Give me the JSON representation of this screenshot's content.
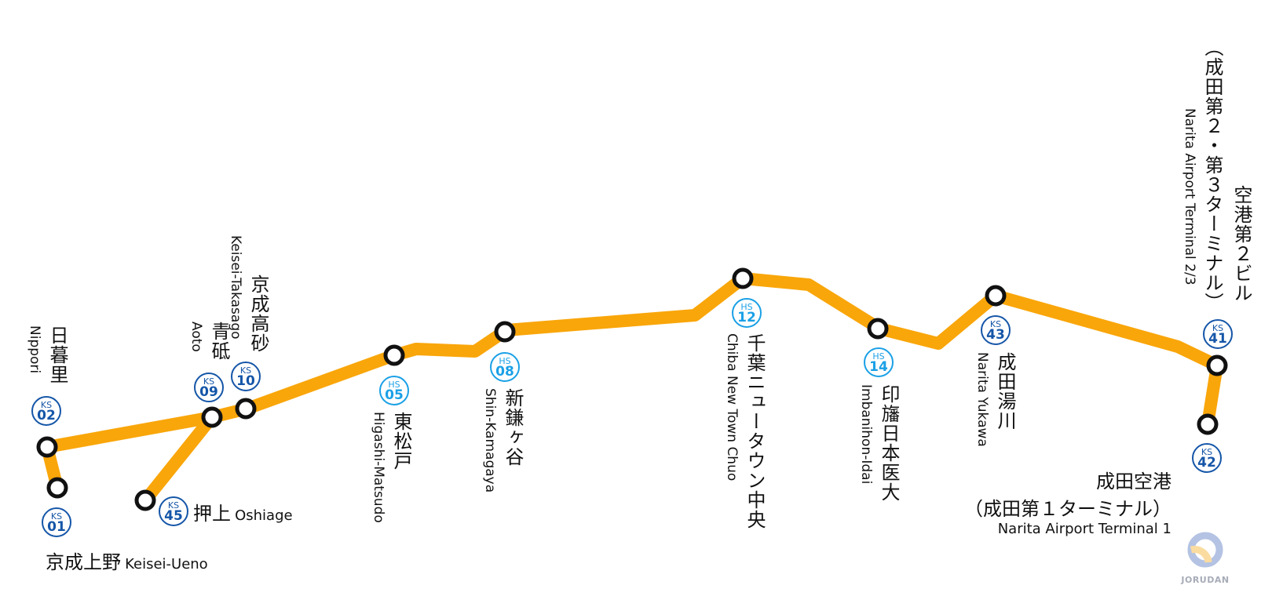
{
  "colors": {
    "line": "#f9a60a",
    "station_fill": "#ffffff",
    "station_stroke": "#111111",
    "ks_badge": "#1556a8",
    "hs_badge": "#1aa0e6",
    "logo_blue": "#b4c3e3",
    "logo_yellow": "#fbdca0"
  },
  "stations": [
    {
      "id": "ks01",
      "code_line": "KS",
      "code_num": "01",
      "name_ja": "京成上野",
      "name_en": "Keisei-Ueno"
    },
    {
      "id": "ks02",
      "code_line": "KS",
      "code_num": "02",
      "name_ja": "日暮里",
      "name_en": "Nippori"
    },
    {
      "id": "ks45",
      "code_line": "KS",
      "code_num": "45",
      "name_ja": "押上",
      "name_en": "Oshiage"
    },
    {
      "id": "ks09",
      "code_line": "KS",
      "code_num": "09",
      "name_ja": "青砥",
      "name_en": "Aoto"
    },
    {
      "id": "ks10",
      "code_line": "KS",
      "code_num": "10",
      "name_ja": "京成高砂",
      "name_en": "Keisei-Takasago"
    },
    {
      "id": "hs05",
      "code_line": "HS",
      "code_num": "05",
      "name_ja": "東松戸",
      "name_en": "Higashi-Matsudo"
    },
    {
      "id": "hs08",
      "code_line": "HS",
      "code_num": "08",
      "name_ja": "新鎌ヶ谷",
      "name_en": "Shin-Kamagaya"
    },
    {
      "id": "hs12",
      "code_line": "HS",
      "code_num": "12",
      "name_ja": "千葉ニュータウン中央",
      "name_en": "Chiba New Town Chuo"
    },
    {
      "id": "hs14",
      "code_line": "HS",
      "code_num": "14",
      "name_ja": "印旛日本医大",
      "name_en": "Imbanihon-Idai"
    },
    {
      "id": "ks43",
      "code_line": "KS",
      "code_num": "43",
      "name_ja": "成田湯川",
      "name_en": "Narita Yukawa"
    },
    {
      "id": "ks41",
      "code_line": "KS",
      "code_num": "41",
      "name_ja": "空港第２ビル",
      "name_ja_sub": "（成田第２・第３ターミナル）",
      "name_en": "Narita Airport Terminal 2/3"
    },
    {
      "id": "ks42",
      "code_line": "KS",
      "code_num": "42",
      "name_ja": "成田空港",
      "name_ja_sub": "（成田第１ターミナル）",
      "name_en": "Narita Airport Terminal 1"
    }
  ],
  "logo": {
    "text": "JORUDAN"
  }
}
